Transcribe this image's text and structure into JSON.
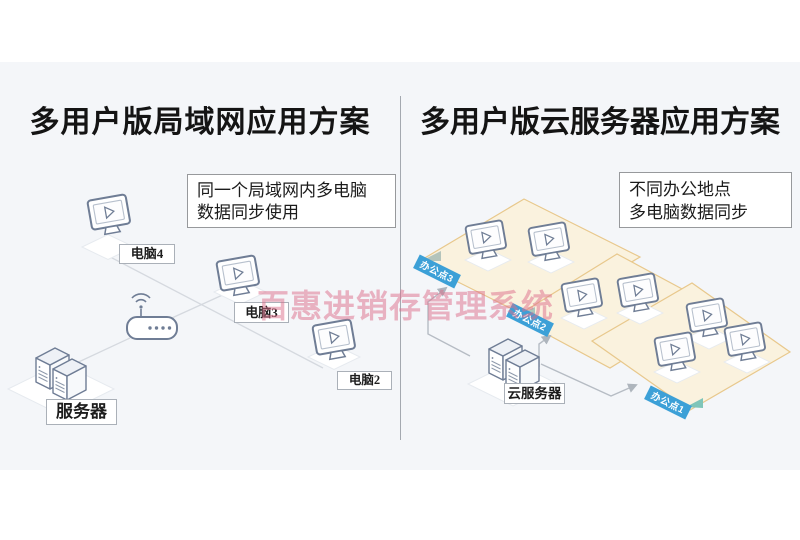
{
  "header": {
    "left_title": "多用户版局域网应用方案",
    "right_title": "多用户版云服务器应用方案"
  },
  "left_panel": {
    "info_line1": "同一个局域网内多电脑",
    "info_line2": "数据同步使用",
    "computer4_label": "电脑4",
    "computer3_label": "电脑3",
    "computer2_label": "电脑2",
    "server_label": "服务器"
  },
  "right_panel": {
    "info_line1": "不同办公地点",
    "info_line2": "多电脑数据同步",
    "cloud_server_label": "云服务器",
    "office3_label": "办公点3",
    "office2_label": "办公点2",
    "office1_label": "办公点1"
  },
  "watermark": "百惠进销存管理系统",
  "colors": {
    "band_bg": "#f4f6f9",
    "zone_fill": "#faf2de",
    "zone_border": "#e8c88c",
    "ribbon_blue": "#3ca0d7",
    "watermark_pink": "#dd6f8b",
    "line_gray": "#d5d9df",
    "arrow_gray": "#b6bcc4",
    "icon_stroke": "#6f7d95"
  }
}
